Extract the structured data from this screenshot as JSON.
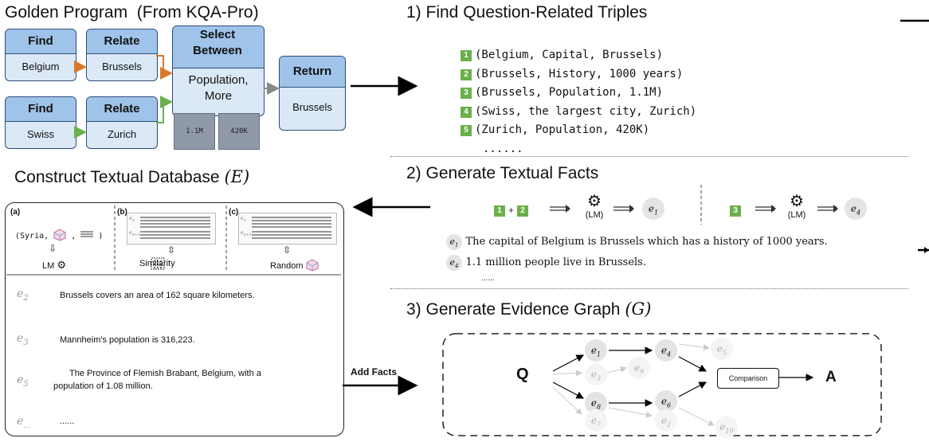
{
  "golden_program": {
    "title": "Golden Program",
    "source": "(From KQA-Pro)",
    "blocks": [
      {
        "top": "Find",
        "bottom": "Belgium"
      },
      {
        "top": "Relate",
        "bottom": "Brussels"
      },
      {
        "top": "Find",
        "bottom": "Swiss"
      },
      {
        "top": "Relate",
        "bottom": "Zurich"
      },
      {
        "top": "Select Between",
        "bottom": "Population, More"
      },
      {
        "top": "Return",
        "bottom": "Brussels"
      }
    ],
    "values": [
      "1.1M",
      "420K"
    ]
  },
  "step1": {
    "title": "1) Find Question-Related Triples",
    "triples": [
      {
        "n": "1",
        "text": "(Belgium, Capital, Brussels)"
      },
      {
        "n": "2",
        "text": "(Brussels, History, 1000 years)"
      },
      {
        "n": "3",
        "text": "(Brussels, Population, 1.1M)"
      },
      {
        "n": "4",
        "text": "(Swiss, the largest city, Zurich)"
      },
      {
        "n": "5",
        "text": "(Zurich, Population, 420K)"
      }
    ],
    "ellipsis": "......"
  },
  "database": {
    "title": "Construct Textual Database",
    "symbol": "(E)",
    "panels": {
      "a_label": "(a)",
      "b_label": "(b)",
      "c_label": "(c)",
      "a_syria": "(Syria,",
      "a_lm": "LM",
      "b_name": "Similarity",
      "c_name": "Random",
      "doc_e_n": "e",
      "doc_sub_n": "n",
      "doc_sub_n1": "n+1"
    },
    "entries": [
      {
        "e": "e",
        "sub": "2",
        "text": "Brussels covers an area of 162 square kilometers."
      },
      {
        "e": "e",
        "sub": "3",
        "text": "Mannheim's population is 316,223."
      },
      {
        "e": "e",
        "sub": "5",
        "text": "The Province of Flemish Brabant, Belgium, with a population of 1.08 million."
      },
      {
        "e": "e",
        "sub": "...",
        "text": "......"
      }
    ]
  },
  "step2": {
    "title": "2) Generate Textual Facts",
    "lm": "(LM)",
    "facts": [
      {
        "e": "e",
        "sub": "1",
        "text": "The capital of Belgium is Brussels which has a history of 1000 years."
      },
      {
        "e": "e",
        "sub": "4",
        "text": "1.1 million people live in Brussels."
      }
    ],
    "ellipsis": "......"
  },
  "step3": {
    "title": "3) Generate Evidence Graph",
    "symbol": "(G)",
    "add_facts": "Add Facts",
    "q": "Q",
    "a": "A",
    "comparison": "Comparison",
    "nodes": {
      "e1": "1",
      "e3": "3",
      "e9": "9",
      "e8": "8",
      "e7": "7",
      "e4": "4",
      "e5": "5",
      "e6": "6",
      "e2": "2",
      "e10": "10"
    }
  },
  "colors": {
    "orange_arrow": "#d9782c",
    "green_arrow": "#6ab04c",
    "block_top": "#9fc3e9",
    "block_bottom": "#dbe8f6",
    "badge": "#6ab04c"
  }
}
